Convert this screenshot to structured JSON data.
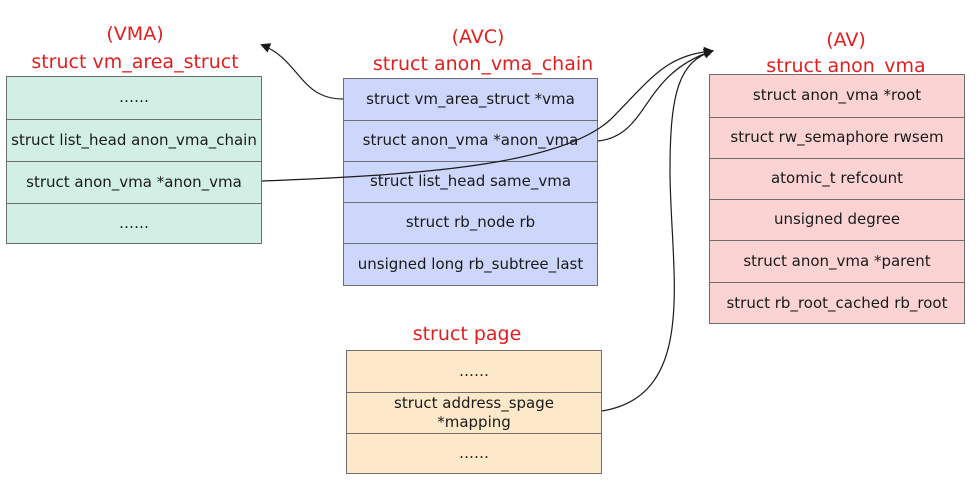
{
  "vma": {
    "abbr": "(VMA)",
    "title": "struct vm_area_struct",
    "fields": [
      "……",
      "struct list_head anon_vma_chain",
      "struct anon_vma *anon_vma",
      "……"
    ]
  },
  "avc": {
    "abbr": "(AVC)",
    "title": "struct anon_vma_chain",
    "fields": [
      "struct vm_area_struct *vma",
      "struct anon_vma *anon_vma",
      "struct list_head same_vma",
      "struct rb_node rb",
      "unsigned long rb_subtree_last"
    ]
  },
  "av": {
    "abbr": "(AV)",
    "title": "struct anon_vma",
    "fields": [
      "struct anon_vma *root",
      "struct rw_semaphore rwsem",
      "atomic_t refcount",
      "unsigned degree",
      "struct anon_vma *parent",
      "struct rb_root_cached  rb_root"
    ]
  },
  "page": {
    "title": "struct page",
    "fields": [
      "……",
      "struct address_spage *mapping",
      "……"
    ]
  },
  "colors": {
    "title": "#e02020",
    "vma_fill": "#d2efe6",
    "avc_fill": "#cdd6fb",
    "av_fill": "#fbd3d3",
    "page_fill": "#fde8c9",
    "border": "#6e6e6e",
    "arrow": "#1a1a1a"
  }
}
